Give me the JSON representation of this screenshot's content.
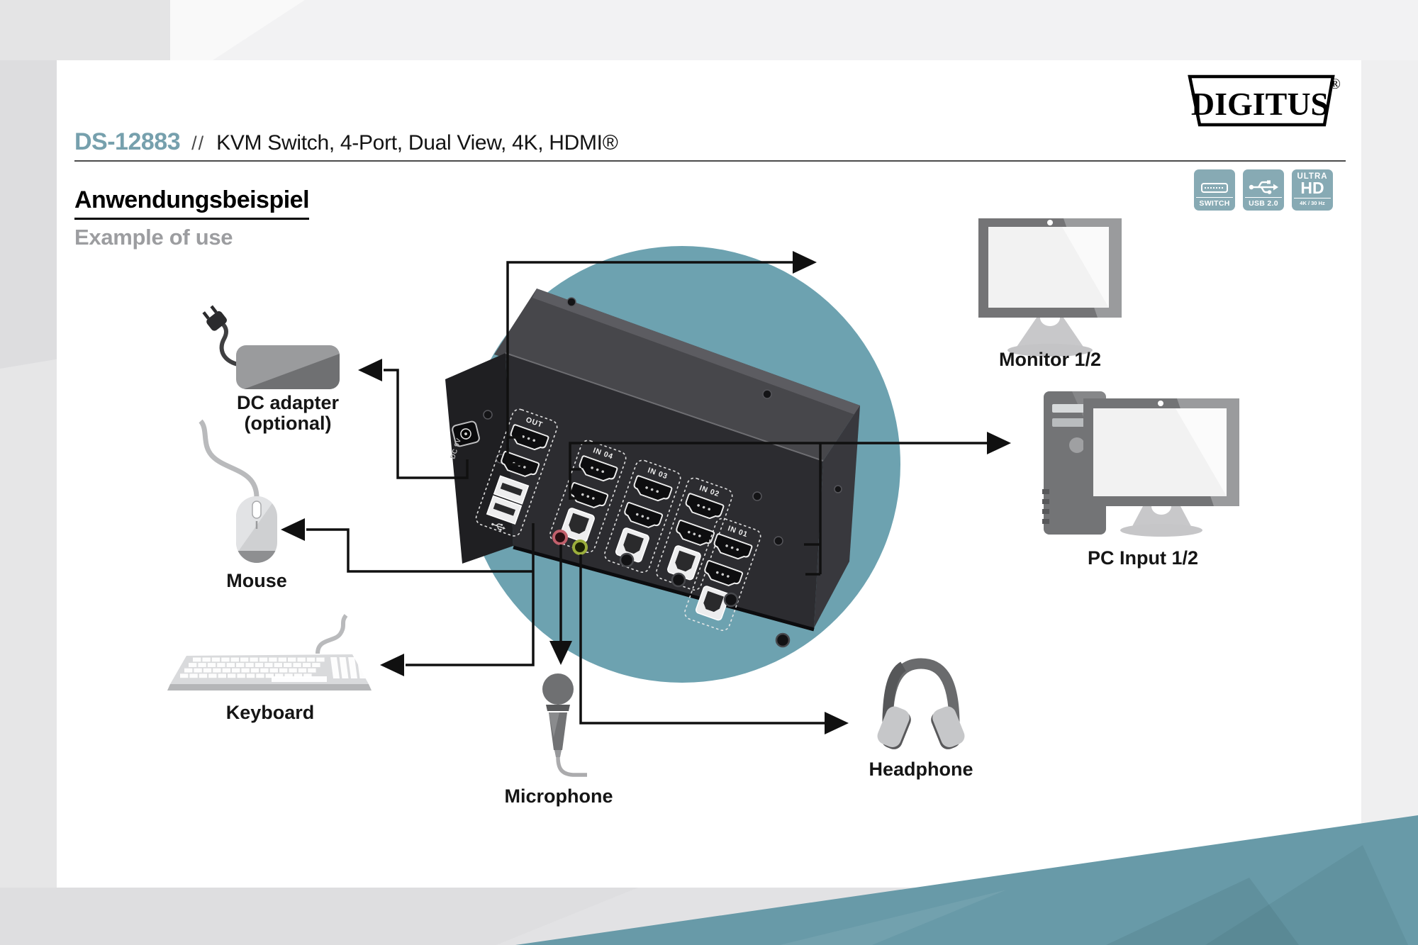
{
  "header": {
    "brand": "DIGITUS",
    "brand_reg": "®",
    "product_code": "DS-12883",
    "separator": "//",
    "product_name": "KVM Switch, 4-Port, Dual View, 4K, HDMI®"
  },
  "section": {
    "title_de": "Anwendungsbeispiel",
    "title_en": "Example of use"
  },
  "badges": {
    "switch_label": "SWITCH",
    "usb_label": "USB 2.0",
    "hd_line1": "ULTRA",
    "hd_line2": "HD",
    "hd_line3": "4K / 30 Hz"
  },
  "device": {
    "port_out": "OUT",
    "port_in04": "IN 04",
    "port_in03": "IN 03",
    "port_in02": "IN 02",
    "port_in01": "IN 01",
    "port_dc": "DC 9V"
  },
  "nodes": {
    "dc_adapter_line1": "DC adapter",
    "dc_adapter_line2": "(optional)",
    "mouse": "Mouse",
    "keyboard": "Keyboard",
    "microphone": "Microphone",
    "monitor": "Monitor 1/2",
    "pc": "PC Input 1/2",
    "headphone": "Headphone"
  },
  "colors": {
    "accent_teal": "#76a0ad",
    "circle_teal": "#6da2b0",
    "badge_teal": "#87aab4",
    "wedge_teal": "#689aa8"
  }
}
